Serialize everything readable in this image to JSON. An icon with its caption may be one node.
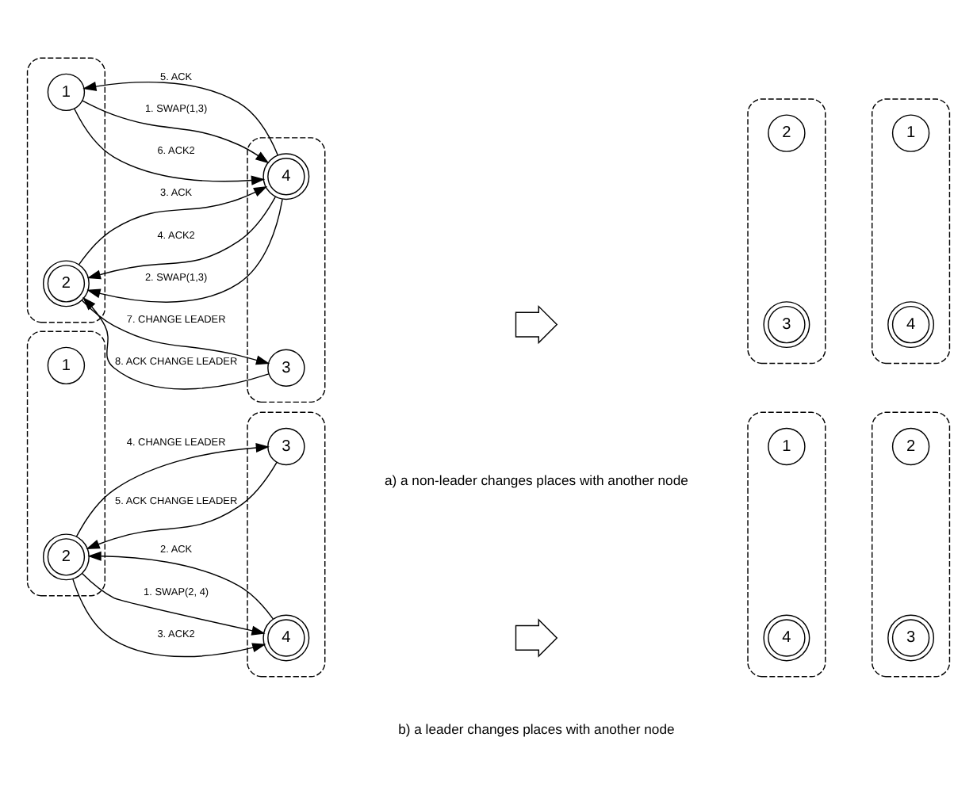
{
  "diagram": {
    "nodes": [
      {
        "text": [],
        "shape": "ellipse"
      },
      {
        "text": [
          "2"
        ],
        "in": 0
      },
      {
        "text": [
          "1"
        ],
        "in": 0
      },
      {
        "text": [],
        "shape": "ellipse"
      },
      {
        "text": [
          "4"
        ],
        "in": 3
      },
      {
        "text": [
          "3"
        ],
        "in": 3
      },
      {
        "text": [],
        "shape": "arrow"
      },
      {
        "text": [],
        "shape": "ellipse"
      },
      {
        "text": [
          "3"
        ],
        "in": 7
      },
      {
        "text": [
          "2"
        ],
        "in": 7
      },
      {
        "text": [],
        "shape": "ellipse"
      },
      {
        "text": [
          "4"
        ],
        "in": 10
      },
      {
        "text": [
          "1"
        ],
        "in": 10
      },
      {
        "text": [],
        "shape": "ellipse"
      },
      {
        "text": [
          "2"
        ],
        "in": 13
      },
      {
        "text": [
          "1"
        ],
        "in": 13
      },
      {
        "text": [],
        "shape": "ellipse"
      },
      {
        "text": [
          "4"
        ],
        "in": 16
      },
      {
        "text": [
          "3"
        ],
        "in": 16
      },
      {
        "text": [],
        "shape": "arrow"
      },
      {
        "text": [],
        "shape": "ellipse"
      },
      {
        "text": [
          "4"
        ],
        "in": 20
      },
      {
        "text": [
          "1"
        ],
        "in": 20
      },
      {
        "text": [],
        "shape": "ellipse"
      },
      {
        "text": [
          "3"
        ],
        "in": 23
      },
      {
        "text": [
          "2"
        ],
        "in": 23
      }
    ],
    "edges": [
      {
        "from": 2,
        "to": 4,
        "arrow": "to",
        "label": "1. SWAP(1,3)"
      },
      {
        "from": 4,
        "to": 1,
        "arrow": "to",
        "label": "2. SWAP(1,3)"
      },
      {
        "from": 1,
        "to": 4,
        "arrow": "to",
        "label": "3. ACK"
      },
      {
        "from": 4,
        "to": 1,
        "arrow": "to",
        "label": "4. ACK2"
      },
      {
        "from": 4,
        "to": 2,
        "arrow": "to",
        "label": "5. ACK"
      },
      {
        "from": 2,
        "to": 4,
        "arrow": "to",
        "label": "6. ACK2"
      },
      {
        "from": 1,
        "to": 5,
        "arrow": "to",
        "label": "7. CHANGE LEADER"
      },
      {
        "from": 5,
        "to": 1,
        "arrow": "to",
        "label": "8. ACK CHANGE LEADER"
      },
      {
        "from": 14,
        "to": 17,
        "arrow": "to",
        "label": "1. SWAP(2, 4)"
      },
      {
        "from": 17,
        "to": 14,
        "arrow": "to",
        "label": "2. ACK"
      },
      {
        "from": 14,
        "to": 17,
        "arrow": "to",
        "label": "3. ACK2"
      },
      {
        "from": 14,
        "to": 18,
        "arrow": "to",
        "label": "4. CHANGE LEADER"
      },
      {
        "from": 18,
        "to": 14,
        "arrow": "to",
        "label": "5. ACK CHANGE LEADER"
      }
    ],
    "labels": [
      "a) a non-leader changes places with another node",
      "b) a leader changes places with another node"
    ]
  }
}
